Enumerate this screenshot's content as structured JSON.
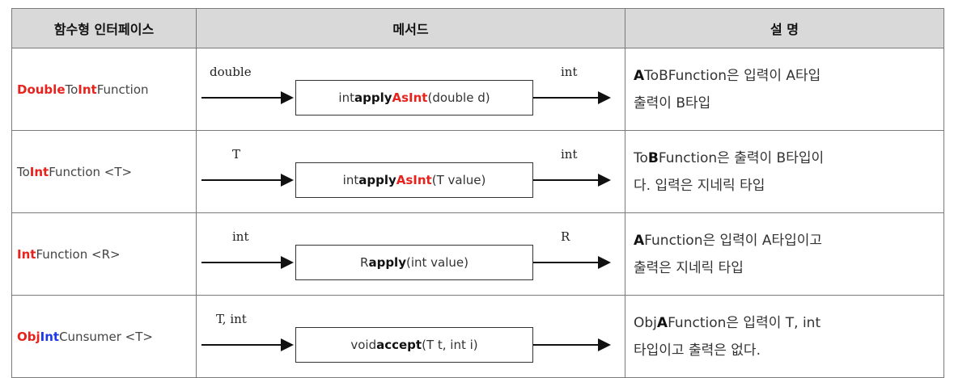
{
  "headers": {
    "interface": "함수형 인터페이스",
    "method": "메서드",
    "description": "설 명"
  },
  "rows": [
    {
      "iface": [
        [
          "Double",
          "red"
        ],
        [
          "To",
          ""
        ],
        [
          "Int",
          "red"
        ],
        [
          "Function",
          ""
        ]
      ],
      "input": "double",
      "method_parts": [
        [
          "int ",
          ""
        ],
        [
          "apply",
          "b"
        ],
        [
          "AsInt",
          "accent"
        ],
        [
          "(double  d)",
          ""
        ]
      ],
      "output": "int",
      "desc_line1": [
        [
          "A",
          "b"
        ],
        [
          "ToB",
          ""
        ],
        [
          "Function은  입력이  A타입",
          ""
        ]
      ],
      "desc_line2": "출력이  B타입"
    },
    {
      "iface": [
        [
          "To",
          ""
        ],
        [
          "Int",
          "red"
        ],
        [
          "Function <T>",
          ""
        ]
      ],
      "input": "T",
      "method_parts": [
        [
          "int ",
          ""
        ],
        [
          "apply",
          "b"
        ],
        [
          "AsInt",
          "accent"
        ],
        [
          "(T  value)",
          ""
        ]
      ],
      "output": "int",
      "desc_line1": [
        [
          "To",
          ""
        ],
        [
          "B",
          "b"
        ],
        [
          "Function은  출력이  B타입이",
          ""
        ]
      ],
      "desc_line2": "다.  입력은  지네릭  타입"
    },
    {
      "iface": [
        [
          "Int",
          "red"
        ],
        [
          "Function <R>",
          ""
        ]
      ],
      "input": "int",
      "method_parts": [
        [
          "R ",
          ""
        ],
        [
          "apply",
          "b"
        ],
        [
          "(int  value)",
          ""
        ]
      ],
      "output": "R",
      "desc_line1": [
        [
          "A",
          "b"
        ],
        [
          "Function은  입력이  A타입이고",
          ""
        ]
      ],
      "desc_line2": "출력은  지네릭  타입"
    },
    {
      "iface": [
        [
          "Obj",
          "red"
        ],
        [
          "Int",
          "blue"
        ],
        [
          "Cunsumer <T>",
          ""
        ]
      ],
      "input": "T, int",
      "method_parts": [
        [
          "void ",
          ""
        ],
        [
          "accept",
          "b"
        ],
        [
          "(T  t,  int  i)",
          ""
        ]
      ],
      "output": "",
      "desc_line1": [
        [
          "Obj",
          ""
        ],
        [
          "A",
          "b"
        ],
        [
          "Function은  입력이  T,  int",
          ""
        ]
      ],
      "desc_line2": "타입이고  출력은  없다."
    }
  ]
}
